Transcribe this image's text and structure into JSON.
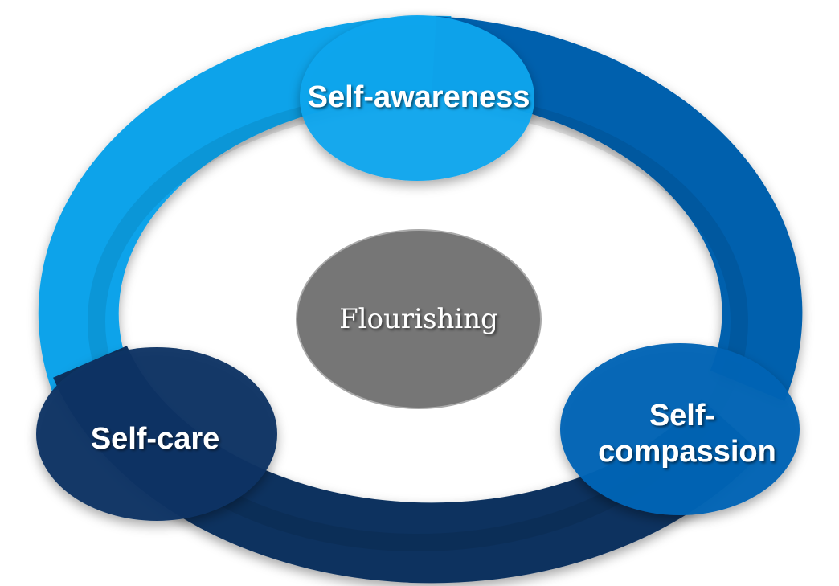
{
  "diagram": {
    "center": {
      "label": "Flourishing"
    },
    "nodes": {
      "top": {
        "label": "Self-awareness"
      },
      "right": {
        "line1": "Self-",
        "line2": "compassion"
      },
      "left": {
        "label": "Self-care"
      }
    }
  },
  "colors": {
    "ring_light": "#0ba3ea",
    "ring_mid": "#0460ad",
    "ring_dark": "#0a305e",
    "node_top": "#0ca5ee",
    "node_right": "#0564b5",
    "node_left": "#0b3464",
    "center": "#767676",
    "center_border": "#a9a9a9"
  }
}
